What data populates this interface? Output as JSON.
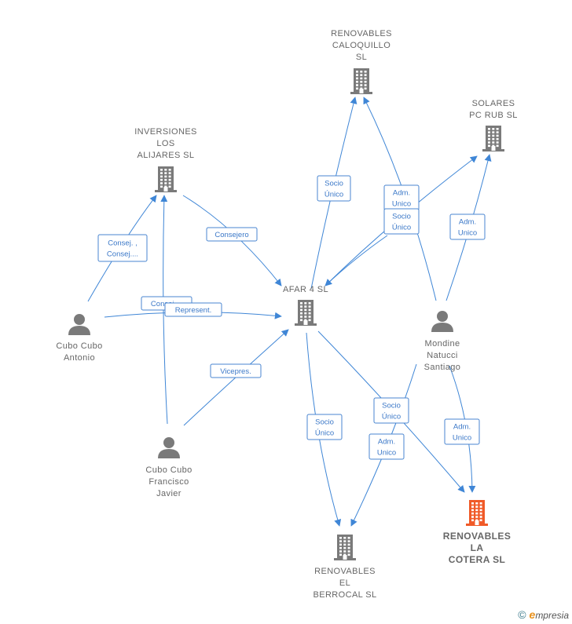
{
  "colors": {
    "edge": "#3f86d6",
    "node": "#7a7a7a",
    "highlight": "#f05a28"
  },
  "nodes": [
    {
      "id": "caloquillo",
      "type": "company",
      "lines": [
        "RENOVABLES",
        "CALOQUILLO",
        "SL"
      ]
    },
    {
      "id": "solares",
      "type": "company",
      "lines": [
        "SOLARES",
        "PC RUB  SL"
      ]
    },
    {
      "id": "inversiones",
      "type": "company",
      "lines": [
        "INVERSIONES",
        "LOS",
        "ALIJARES SL"
      ]
    },
    {
      "id": "afar",
      "type": "company",
      "lines": [
        "AFAR 4 SL"
      ]
    },
    {
      "id": "antonio",
      "type": "person",
      "lines": [
        "Cubo Cubo",
        "Antonio"
      ]
    },
    {
      "id": "mondine",
      "type": "person",
      "lines": [
        "Mondine",
        "Natucci",
        "Santiago"
      ]
    },
    {
      "id": "francisco",
      "type": "person",
      "lines": [
        "Cubo Cubo",
        "Francisco",
        "Javier"
      ]
    },
    {
      "id": "berrocal",
      "type": "company",
      "lines": [
        "RENOVABLES",
        "EL",
        "BERROCAL  SL"
      ]
    },
    {
      "id": "cotera",
      "type": "company",
      "highlight": true,
      "lines": [
        "RENOVABLES",
        "LA",
        "COTERA  SL"
      ]
    }
  ],
  "edges": [
    {
      "id": "e1",
      "lines": [
        "Socio",
        "Único"
      ]
    },
    {
      "id": "e2",
      "lines": [
        "Adm.",
        "Unico"
      ]
    },
    {
      "id": "e3",
      "lines": [
        "Socio",
        "Único"
      ]
    },
    {
      "id": "e4",
      "lines": [
        "Adm.",
        "Unico"
      ]
    },
    {
      "id": "e5",
      "lines": [
        "Consej. ,",
        "Consej...."
      ]
    },
    {
      "id": "e6",
      "lines": [
        "Consejero"
      ]
    },
    {
      "id": "e7",
      "lines": [
        "Consej...."
      ]
    },
    {
      "id": "e8",
      "lines": [
        "Represent."
      ]
    },
    {
      "id": "e9",
      "lines": [
        "Vicepres."
      ]
    },
    {
      "id": "e10",
      "lines": []
    },
    {
      "id": "e11",
      "lines": [
        "Socio",
        "Único"
      ]
    },
    {
      "id": "e12",
      "lines": [
        "Socio",
        "Único"
      ]
    },
    {
      "id": "e13",
      "lines": [
        "Adm.",
        "Unico"
      ]
    },
    {
      "id": "e14",
      "lines": [
        "Adm.",
        "Unico"
      ]
    }
  ],
  "footer": {
    "copyright": "©",
    "brand_initial": "e",
    "brand_rest": "mpresia"
  }
}
